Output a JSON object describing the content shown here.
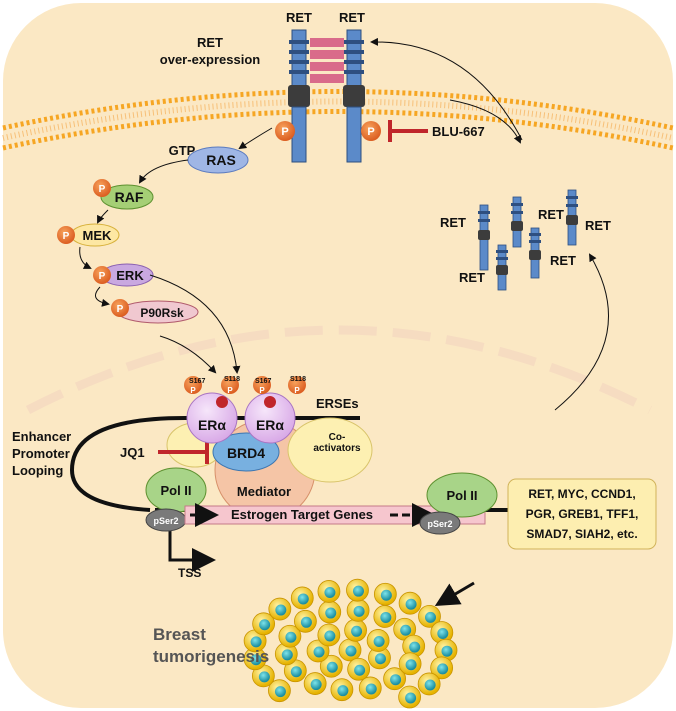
{
  "receptor": {
    "left_label": "RET",
    "right_label": "RET"
  },
  "overexpression": {
    "line1": "RET",
    "line2": "over-expression"
  },
  "phospho_label": "P",
  "inhibitor": "BLU-667",
  "cascade": {
    "gtp": "GTP",
    "ras": "RAS",
    "raf": "RAF",
    "mek": "MEK",
    "erk": "ERK",
    "p90rsk": "P90Rsk"
  },
  "free_ret_labels": [
    "RET",
    "RET",
    "RET",
    "RET",
    "RET"
  ],
  "er_sites": {
    "s167": "S167",
    "s118": "S118"
  },
  "er_alpha": "ERα",
  "erses": "ERSEs",
  "looping": {
    "line1": "Enhancer",
    "line2": "Promoter",
    "line3": "Looping"
  },
  "jq1": "JQ1",
  "brd4": "BRD4",
  "coactivators": {
    "line1": "Co-",
    "line2": "activators"
  },
  "mediator": "Mediator",
  "pol2": "Pol II",
  "pser2": "pSer2",
  "target_genes": "Estrogen Target Genes",
  "gene_box": {
    "line1": "RET, MYC, CCND1,",
    "line2": "PGR, GREB1, TFF1,",
    "line3": "SMAD7, SIAH2, etc."
  },
  "tss": "TSS",
  "outcome": {
    "line1": "Breast",
    "line2": "tumorigenesis"
  },
  "colors": {
    "cell_bg": "#fbe8c4",
    "membrane": "#f6a623",
    "receptor": "#5b8ac9",
    "phospho": "#e8722c",
    "inhibitor": "#c0262b",
    "nucleus_dash": "#f4d6b8"
  }
}
